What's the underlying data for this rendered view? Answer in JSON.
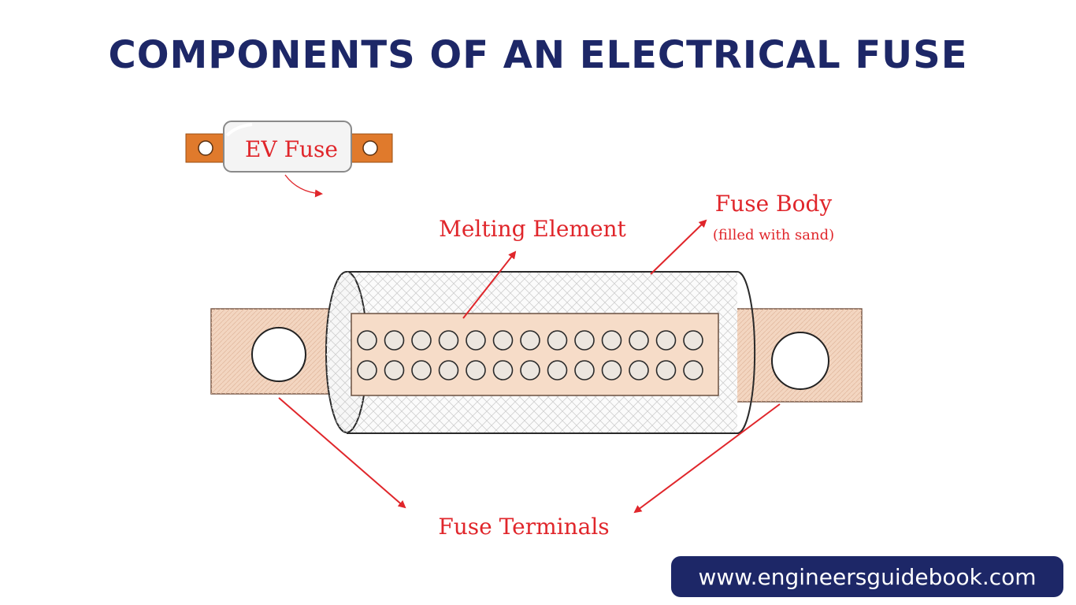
{
  "title": "COMPONENTS OF AN ELECTRICAL FUSE",
  "labels": {
    "ev_fuse": "EV Fuse",
    "melting_element": "Melting Element",
    "fuse_body": "Fuse Body",
    "fuse_body_note": "(filled with sand)",
    "fuse_terminals": "Fuse Terminals"
  },
  "website": "www.engineersguidebook.com",
  "colors": {
    "title": "#1d2767",
    "label": "#e0262b",
    "terminal": "#f3d6c1",
    "ev_terminal": "#e07a2c",
    "badge_bg": "#1d2767"
  },
  "element_rows": [
    13,
    13
  ]
}
